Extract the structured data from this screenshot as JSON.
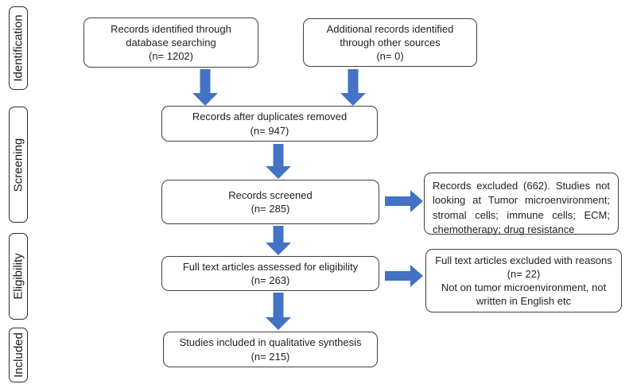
{
  "diagram": {
    "title": "PRISMA study selection flow diagram",
    "colors": {
      "arrow": "#4472C4",
      "box_border": "#404040",
      "background": "#ffffff",
      "text": "#1f1f1f"
    },
    "stages": [
      {
        "label": "Identification"
      },
      {
        "label": "Screening"
      },
      {
        "label": "Eligibility"
      },
      {
        "label": "Included"
      }
    ],
    "nodes": {
      "db_search": {
        "label": "Records identified through database searching",
        "count": "(n= 1202)"
      },
      "other_sources": {
        "label": "Additional records identified through other sources",
        "count": "(n= 0)"
      },
      "duplicates_removed": {
        "label": "Records after duplicates removed",
        "count": "(n= 947)"
      },
      "screened": {
        "label": "Records screened",
        "count": "(n= 285)"
      },
      "records_excluded": {
        "text": "Records excluded (662). Studies not looking at Tumor microenvironment; stromal cells; immune cells; ECM; chemotherapy; drug resistance"
      },
      "fulltext_assessed": {
        "label": "Full text articles assessed for eligibility",
        "count": "(n= 263)"
      },
      "fulltext_excluded": {
        "label": "Full text articles excluded with reasons",
        "count": "(n= 22)",
        "note": "Not on tumor microenvironment, not written in English etc"
      },
      "qualitative_synthesis": {
        "label": "Studies included in qualitative synthesis",
        "count": "(n= 215)"
      }
    }
  }
}
